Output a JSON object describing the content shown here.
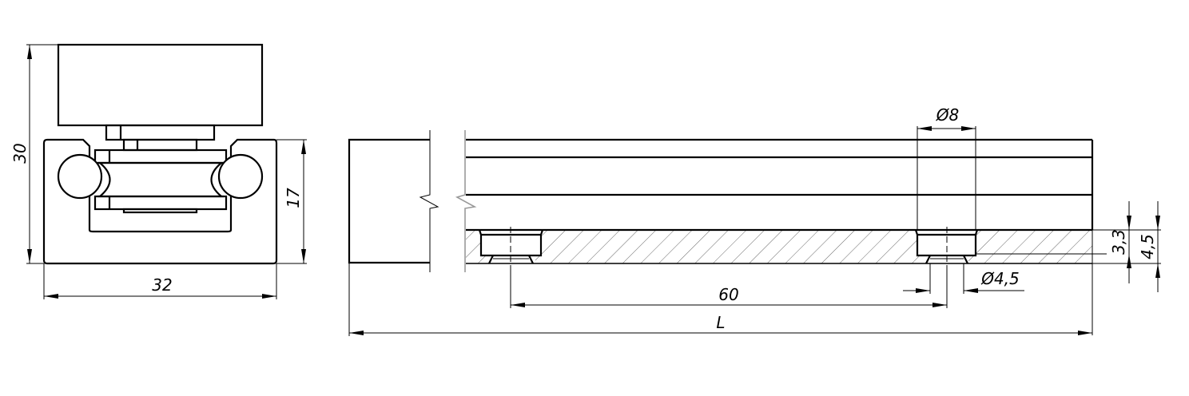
{
  "drawing": {
    "end_view": {
      "dim_height_total": "30",
      "dim_height_rail": "17",
      "dim_width": "32"
    },
    "side_view": {
      "dim_counterbore_diameter": "Ø8",
      "dim_hole_diameter": "Ø4,5",
      "dim_counterbore_depth": "3,3",
      "dim_base_thickness": "4,5",
      "dim_hole_pitch": "60",
      "dim_length": "L"
    }
  }
}
